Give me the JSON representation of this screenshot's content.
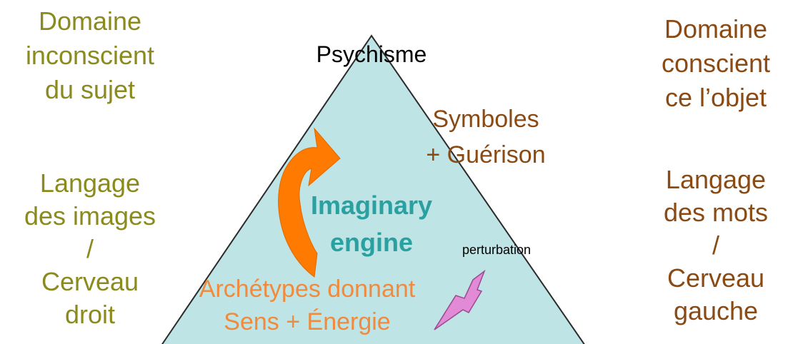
{
  "left_panel": {
    "top_lines": [
      "Domaine",
      "inconscient",
      "du sujet"
    ],
    "bottom_lines": [
      "Langage",
      "des images",
      "/",
      "Cerveau",
      "droit"
    ]
  },
  "right_panel": {
    "top_lines": [
      "Domaine",
      "conscient",
      "ce l’objet"
    ],
    "bottom_lines": [
      "Langage",
      "des mots",
      "/",
      "Cerveau",
      "gauche"
    ]
  },
  "pyramid": {
    "apex_label": "Psychisme",
    "upper_right_lines": [
      "Symboles",
      "+ Guérison"
    ],
    "center_lines": [
      "Imaginary",
      "engine"
    ],
    "base_lines": [
      "Archétypes donnant",
      "Sens + Énergie"
    ],
    "perturbation_label": "perturbation"
  },
  "colors": {
    "pyramid_fill": "#bfe4e6",
    "left_text": "#8a8a1e",
    "right_text": "#8a4a14",
    "engine_text": "#2aa0a0",
    "archetypes_text": "#f08a3c",
    "cycle_arrow": "#ff7a00",
    "lightning": "#e38ad6"
  },
  "icons": {
    "cycle_arrow": "curved-arrow-icon",
    "perturbation": "lightning-bolt-icon"
  }
}
